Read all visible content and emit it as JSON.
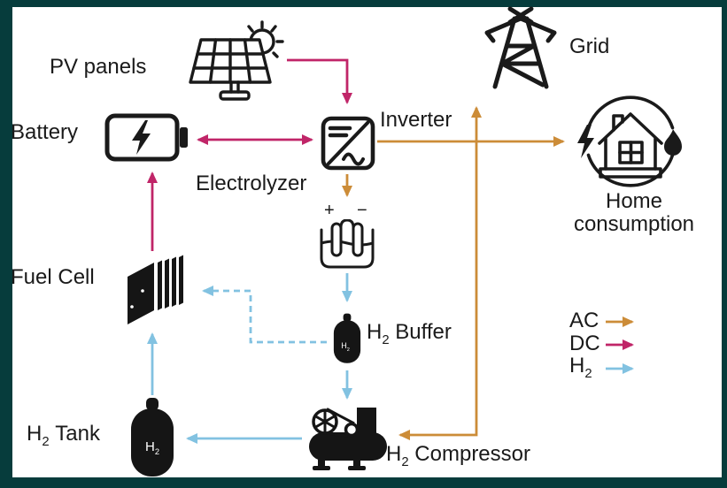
{
  "colors": {
    "ac": "#cc8c38",
    "dc": "#c02568",
    "h2": "#82c2e1",
    "ink": "#1a1a1a",
    "border": "#063c3c",
    "background": "#ffffff"
  },
  "nodes": {
    "pv": {
      "label": "PV panels"
    },
    "battery": {
      "label": "Battery"
    },
    "inverter": {
      "label": "Inverter"
    },
    "electrolyzer": {
      "label": "Electrolyzer",
      "plus": "+",
      "minus": "−"
    },
    "grid": {
      "label": "Grid"
    },
    "home": {
      "line1": "Home",
      "line2": "consumption"
    },
    "fuel_cell": {
      "label": "Fuel Cell"
    },
    "h2_buffer": {
      "h": "H",
      "sub": "2",
      "rest": " Buffer",
      "cylinder": {
        "h": "H",
        "sub": "2"
      }
    },
    "h2_tank": {
      "h": "H",
      "sub": "2",
      "rest": " Tank",
      "cylinder": {
        "h": "H",
        "sub": "2"
      }
    },
    "h2_compressor": {
      "h": "H",
      "sub": "2",
      "rest": " Compressor"
    }
  },
  "legend": {
    "ac": {
      "label": "AC"
    },
    "dc": {
      "label": "DC"
    },
    "h2": {
      "h": "H",
      "sub": "2"
    }
  },
  "edges": [
    {
      "from": "PV panels",
      "to": "Inverter",
      "type": "DC"
    },
    {
      "from": "Battery",
      "to": "Inverter",
      "type": "DC",
      "bidirectional": true
    },
    {
      "from": "Fuel Cell",
      "to": "Battery",
      "type": "DC"
    },
    {
      "from": "Inverter",
      "to": "Grid",
      "type": "AC"
    },
    {
      "from": "Inverter",
      "to": "Home consumption",
      "type": "AC"
    },
    {
      "from": "Inverter",
      "to": "Electrolyzer",
      "type": "AC"
    },
    {
      "from": "Inverter",
      "to": "H2 Compressor",
      "type": "AC"
    },
    {
      "from": "Electrolyzer",
      "to": "H2 Buffer",
      "type": "H2"
    },
    {
      "from": "H2 Buffer",
      "to": "H2 Compressor",
      "type": "H2"
    },
    {
      "from": "H2 Buffer",
      "to": "Fuel Cell",
      "type": "H2",
      "style": "dashed"
    },
    {
      "from": "H2 Compressor",
      "to": "H2 Tank",
      "type": "H2"
    },
    {
      "from": "H2 Tank",
      "to": "Fuel Cell",
      "type": "H2"
    }
  ]
}
